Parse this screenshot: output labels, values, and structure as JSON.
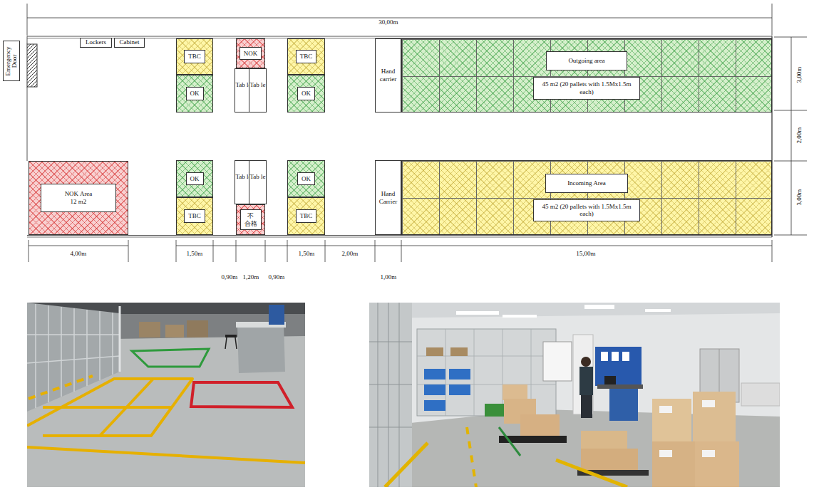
{
  "diagram": {
    "nodes": [
      {
        "text": [
          "Emergency Door"
        ]
      },
      {
        "text": [
          "Lockers"
        ]
      },
      {
        "text": [
          "Cabinet"
        ]
      },
      {
        "text": [
          "TBC"
        ]
      },
      {
        "text": [
          "OK"
        ]
      },
      {
        "text": [
          "NOK"
        ]
      },
      {
        "text": [
          "Tab le"
        ]
      },
      {
        "text": [
          "Tab le"
        ]
      },
      {
        "text": [
          "TBC"
        ]
      },
      {
        "text": [
          "OK"
        ]
      },
      {
        "text": [
          "Hand carrier"
        ]
      },
      {
        "text": [
          "Outgoing area",
          "45 m2 (20 pallets with 1.5Mx1.5m each)"
        ]
      },
      {
        "text": [
          "NOK Area 12 m2"
        ]
      },
      {
        "text": [
          "OK"
        ]
      },
      {
        "text": [
          "TBC"
        ]
      },
      {
        "text": [
          "Tab le"
        ]
      },
      {
        "text": [
          "Tab le"
        ]
      },
      {
        "text": [
          "不 合格"
        ]
      },
      {
        "text": [
          "OK"
        ]
      },
      {
        "text": [
          "TBC"
        ]
      },
      {
        "text": [
          "Hand Carrier"
        ]
      },
      {
        "text": [
          "Incoming Area",
          "45 m2 (20 pallets with 1.5Mx1.5m each)"
        ]
      }
    ],
    "labels": [
      "30,00m",
      "3,00m",
      "2,00m",
      "3,00m",
      "4,00m",
      "1,50m",
      "0,90m",
      "1,20m",
      "0,90m",
      "1,50m",
      "2,00m",
      "1,00m",
      "15,00m"
    ]
  }
}
